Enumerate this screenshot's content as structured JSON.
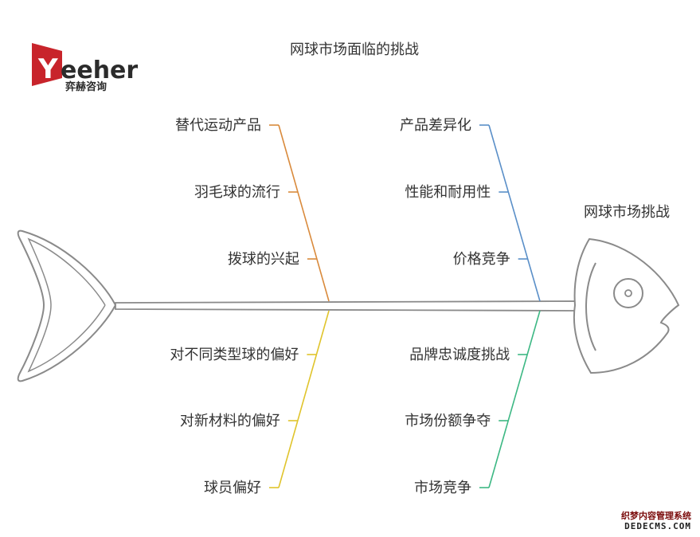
{
  "title": "网球市场面临的挑战",
  "head_label": "网球市场挑战",
  "logo": {
    "brand_y": "Y",
    "brand_rest": "eeher",
    "brand_cn": "弈赫咨询"
  },
  "watermark": {
    "cn": "织梦内容管理系统",
    "en": "DEDECMS.COM"
  },
  "branches": [
    {
      "id": "left-top",
      "color": "#d98a3c",
      "items": [
        "替代运动产品",
        "羽毛球的流行",
        "拨球的兴起"
      ]
    },
    {
      "id": "left-bottom",
      "color": "#e0c42c",
      "items": [
        "对不同类型球的偏好",
        "对新材料的偏好",
        "球员偏好"
      ]
    },
    {
      "id": "right-top",
      "color": "#5a8fc8",
      "items": [
        "产品差异化",
        "性能和耐用性",
        "价格竞争"
      ]
    },
    {
      "id": "right-bottom",
      "color": "#3db884",
      "items": [
        "品牌忠诚度挑战",
        "市场份额争夺",
        "市场竞争"
      ]
    }
  ],
  "colors": {
    "spine": "#8a8a8a",
    "fish_outline": "#8a8a8a",
    "logo_red": "#c8242b"
  }
}
